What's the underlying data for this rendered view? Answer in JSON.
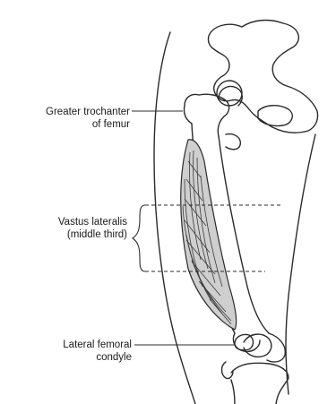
{
  "labels": {
    "greater_trochanter": [
      "Greater trochanter",
      "of femur"
    ],
    "vastus_lateralis": [
      "Vastus lateralis",
      "(middle third)"
    ],
    "lateral_condyle": [
      "Lateral femoral",
      "condyle"
    ]
  },
  "colors": {
    "line": "#2b2b2b",
    "muscle_fill": "#cfcfcf",
    "background": "#ffffff",
    "text": "#1a1a1a"
  }
}
